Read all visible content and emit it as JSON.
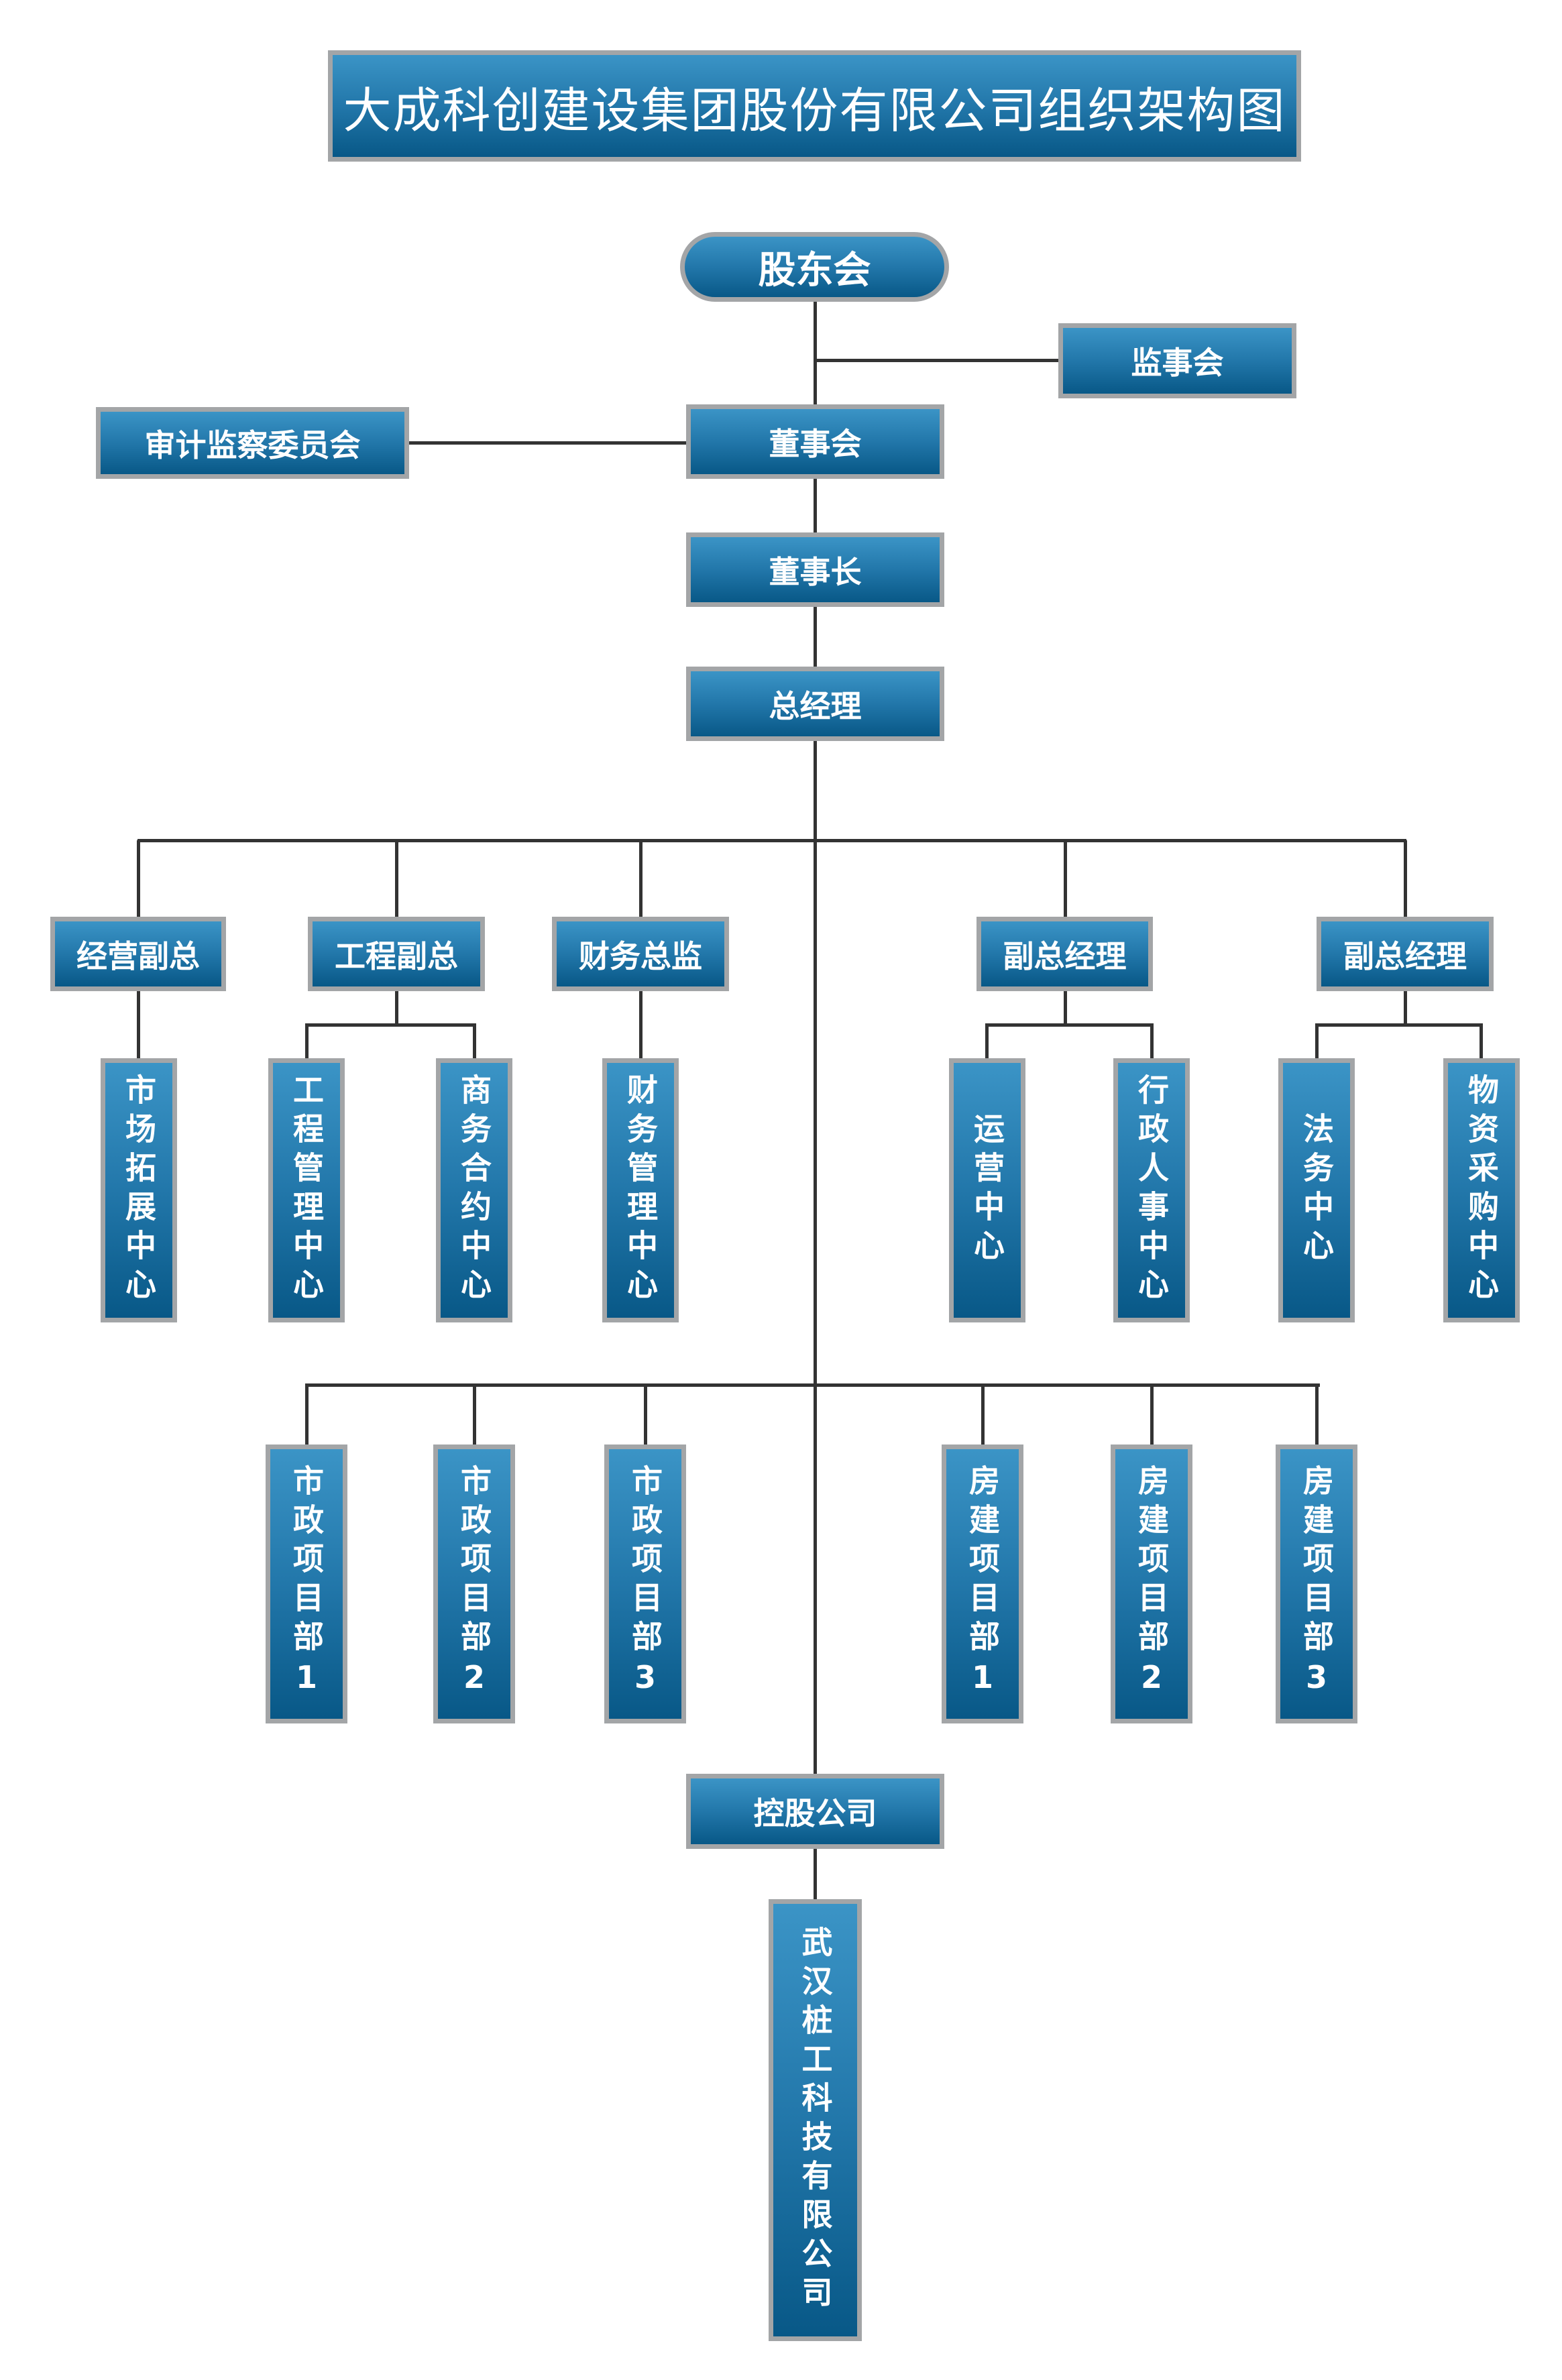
{
  "title": "大成科创建设集团股份有限公司组织架构图",
  "nodes": {
    "shareholders": "股东会",
    "supervisors": "监事会",
    "audit": "审计监察委员会",
    "board": "董事会",
    "chairman": "董事长",
    "gm": "总经理",
    "vp_business": "经营副总",
    "vp_engineering": "工程副总",
    "cfo": "财务总监",
    "deputy_gm_1": "副总经理",
    "deputy_gm_2": "副总经理",
    "market": "市场拓展中心",
    "eng_mgmt": "工程管理中心",
    "contract": "商务合约中心",
    "finance": "财务管理中心",
    "operations": "运营中心",
    "admin_hr": "行政人事中心",
    "legal": "法务中心",
    "procurement": "物资采购中心",
    "municipal_1": "市政项目部1",
    "municipal_2": "市政项目部2",
    "municipal_3": "市政项目部3",
    "housing_1": "房建项目部1",
    "housing_2": "房建项目部2",
    "housing_3": "房建项目部3",
    "holding": "控股公司",
    "subsidiary": "武汉桩工科技有限公司"
  },
  "colors": {
    "box_top": "#3b94c6",
    "box_bottom": "#085887",
    "border": "#a3a5a7",
    "line": "#333333"
  }
}
